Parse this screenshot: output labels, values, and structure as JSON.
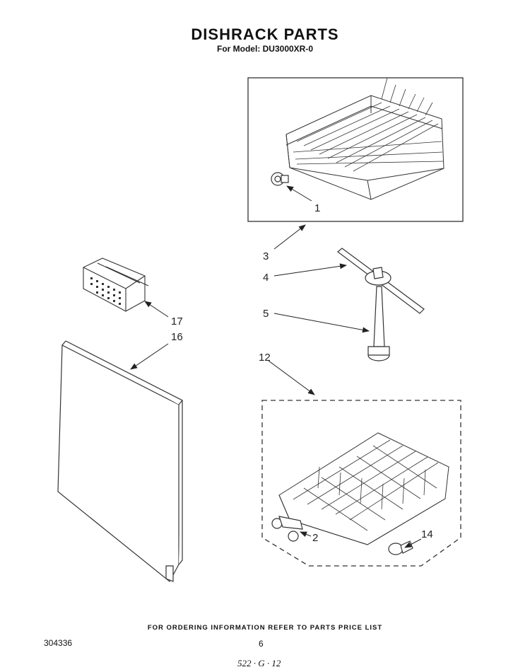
{
  "header": {
    "title": "DISHRACK PARTS",
    "subtitle": "For Model: DU3000XR-0"
  },
  "callouts": {
    "c1": "1",
    "c2": "2",
    "c3": "3",
    "c4": "4",
    "c5": "5",
    "c12": "12",
    "c14": "14",
    "c16": "16",
    "c17": "17"
  },
  "footer": {
    "note": "FOR ORDERING INFORMATION REFER TO PARTS PRICE LIST",
    "doc_number": "304336",
    "page_number": "6",
    "handwritten_code": "522 · G · 12"
  }
}
